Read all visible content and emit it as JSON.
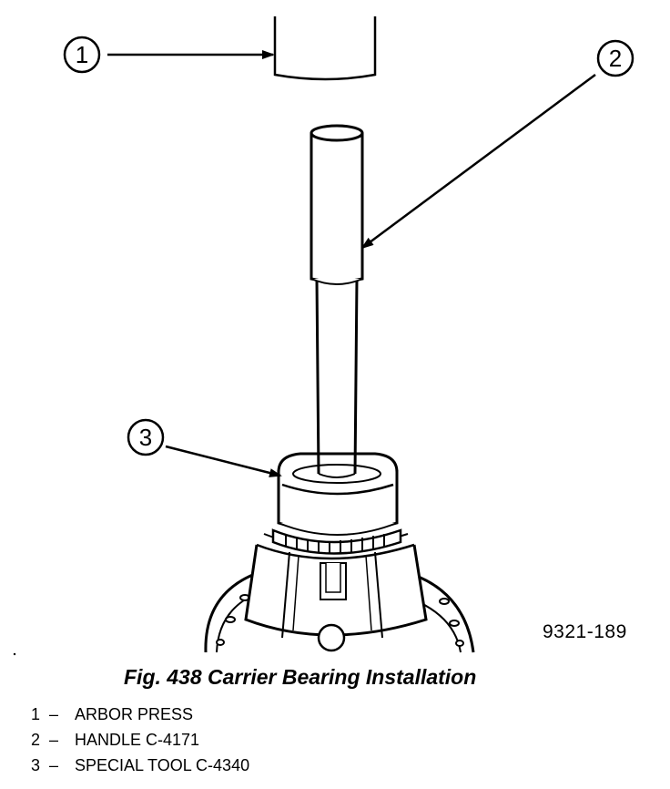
{
  "figure": {
    "code": "9321-189",
    "caption": "Fig. 438 Carrier Bearing Installation"
  },
  "callouts": [
    {
      "number": "1"
    },
    {
      "number": "2"
    },
    {
      "number": "3"
    }
  ],
  "legend": [
    {
      "number": "1",
      "separator": "–",
      "text": "ARBOR PRESS"
    },
    {
      "number": "2",
      "separator": "–",
      "text": "HANDLE C-4171"
    },
    {
      "number": "3",
      "separator": "–",
      "text": "SPECIAL TOOL C-4340"
    }
  ]
}
